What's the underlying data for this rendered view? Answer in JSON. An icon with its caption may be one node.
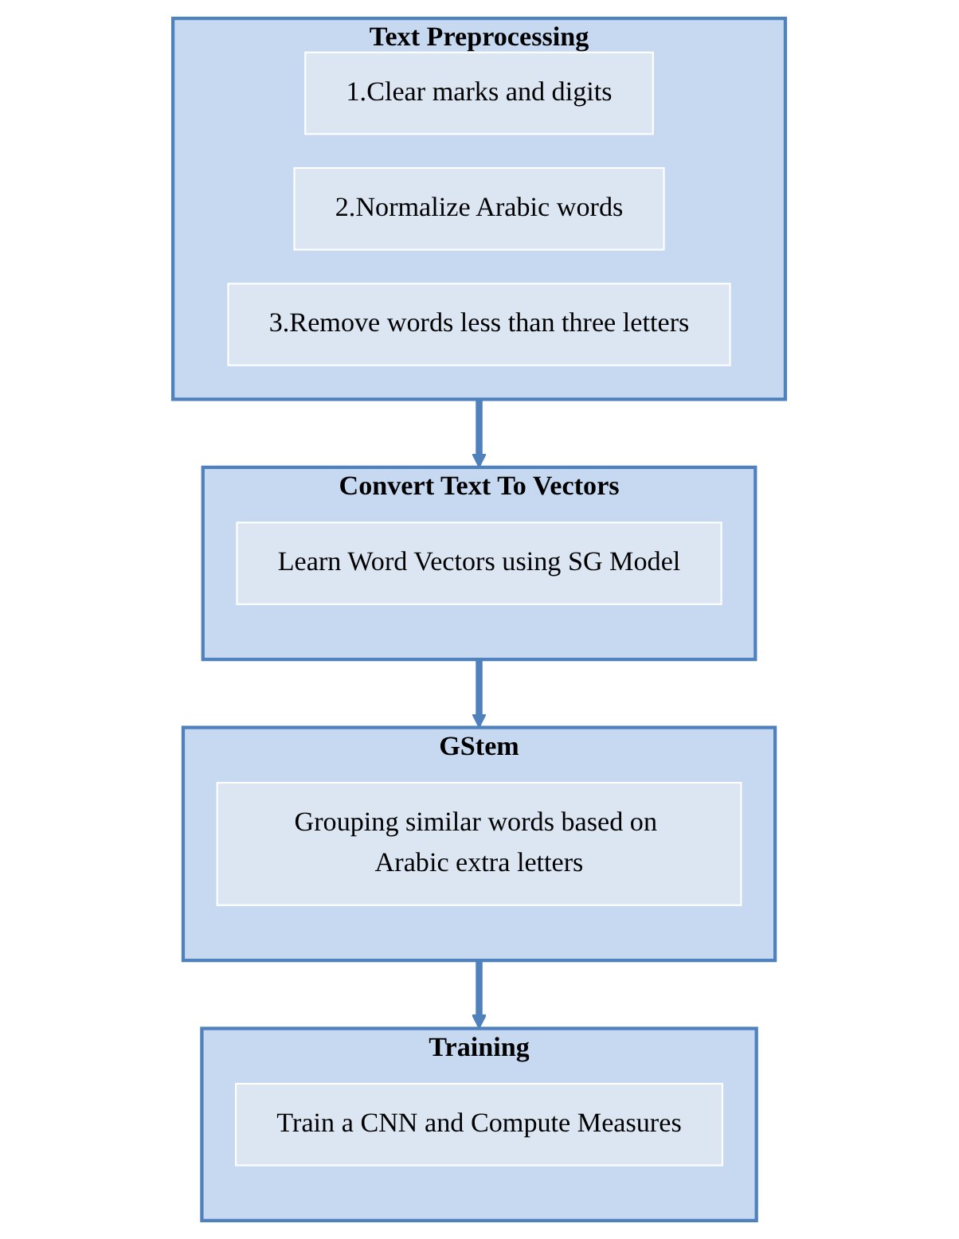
{
  "diagram": {
    "nodes": [
      {
        "text": [
          "Text Preprocessing"
        ]
      },
      {
        "text": [
          "1.Clear marks and digits"
        ],
        "in": 0
      },
      {
        "text": [
          "2.Normalize Arabic words"
        ],
        "in": 0
      },
      {
        "text": [
          "3.Remove words less than three letters"
        ],
        "in": 0
      },
      {
        "text": [
          "Convert Text To Vectors"
        ]
      },
      {
        "text": [
          "Learn Word Vectors using SG Model"
        ],
        "in": 4
      },
      {
        "text": [
          "GStem"
        ]
      },
      {
        "text": [
          "Grouping similar words based on Arabic extra letters"
        ],
        "in": 6
      },
      {
        "text": [
          "Training"
        ]
      },
      {
        "text": [
          "Train a CNN and Compute Measures"
        ],
        "in": 8
      }
    ],
    "edges": [
      {
        "from": 0,
        "to": 4,
        "arrow": "to"
      },
      {
        "from": 4,
        "to": 6,
        "arrow": "to"
      },
      {
        "from": 6,
        "to": 8,
        "arrow": "to"
      }
    ]
  }
}
